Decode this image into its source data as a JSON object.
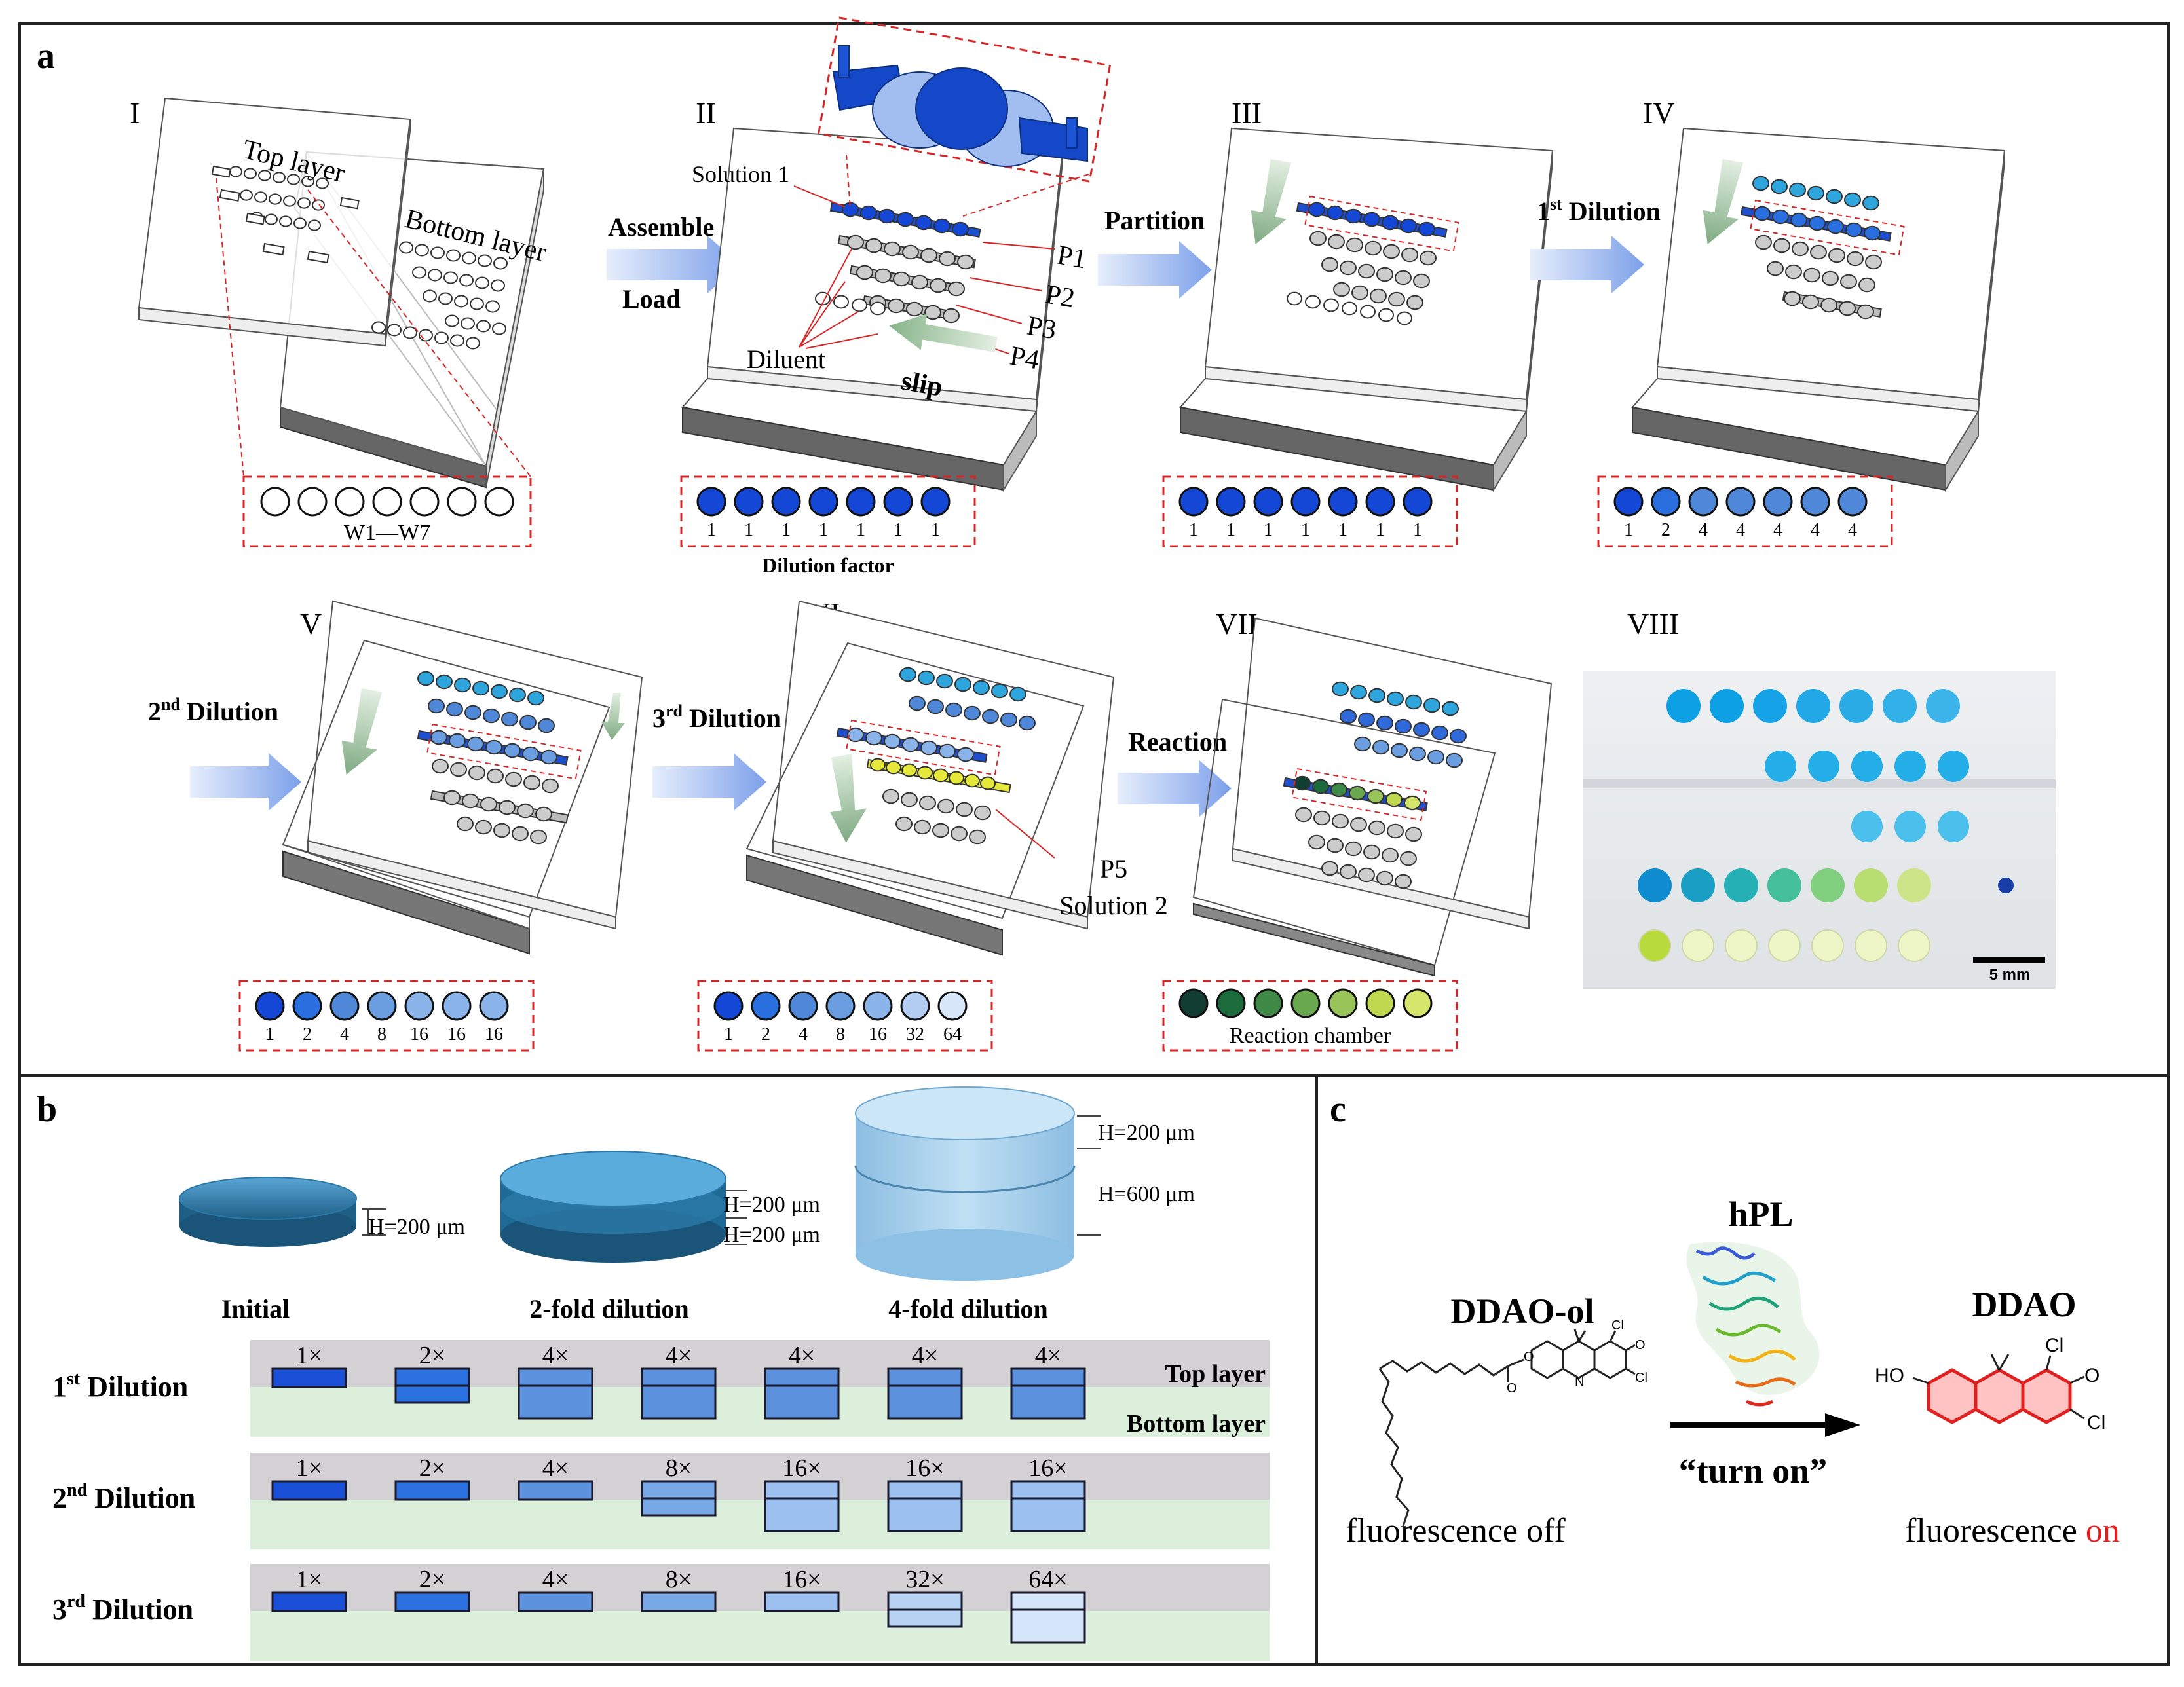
{
  "panel_a": {
    "label": "a",
    "steps": [
      {
        "numeral": "I"
      },
      {
        "numeral": "II"
      },
      {
        "numeral": "III"
      },
      {
        "numeral": "IV"
      },
      {
        "numeral": "V"
      },
      {
        "numeral": "VI"
      },
      {
        "numeral": "VII"
      },
      {
        "numeral": "VIII"
      }
    ],
    "top_layer": "Top layer",
    "bottom_layer": "Bottom layer",
    "assemble": "Assemble",
    "load": "Load",
    "solution1": "Solution 1",
    "diluent": "Diluent",
    "slip": "slip",
    "p_labels": [
      "P1",
      "P2",
      "P3",
      "P4"
    ],
    "partition": "Partition",
    "dil1_sup": "st",
    "dil2_sup": "nd",
    "dil3_sup": "rd",
    "dilution_word": "Dilution",
    "reaction": "Reaction",
    "p5": "P5",
    "solution2": "Solution 2",
    "w_label": "W1—W7",
    "dilution_factor": "Dilution factor",
    "reaction_chamber": "Reaction chamber",
    "scale_bar": "5 mm",
    "factors_II": [
      "1",
      "1",
      "1",
      "1",
      "1",
      "1",
      "1"
    ],
    "factors_III": [
      "1",
      "1",
      "1",
      "1",
      "1",
      "1",
      "1"
    ],
    "factors_IV": [
      "1",
      "2",
      "4",
      "4",
      "4",
      "4",
      "4"
    ],
    "factors_V": [
      "1",
      "2",
      "4",
      "8",
      "16",
      "16",
      "16"
    ],
    "factors_VI": [
      "1",
      "2",
      "4",
      "8",
      "16",
      "32",
      "64"
    ],
    "blue_shades": [
      "#1447d6",
      "#2a6fe0",
      "#4f88d8",
      "#6a9ee0",
      "#8ab4ea",
      "#b3cdf2",
      "#d9e7fa"
    ],
    "reaction_colors": [
      "#123d33",
      "#1c6b3c",
      "#3f8a47",
      "#6aa84f",
      "#98c45a",
      "#bfd84f",
      "#d3e56b"
    ]
  },
  "panel_b": {
    "label": "b",
    "h200": "H=200 μm",
    "h600": "H=600 μm",
    "initial": "Initial",
    "twofold": "2-fold dilution",
    "fourfold": "4-fold dilution",
    "top_layer": "Top layer",
    "bottom_layer": "Bottom layer",
    "rows": [
      {
        "num": "1",
        "sup": "st",
        "word": "Dilution",
        "factors": [
          "1×",
          "2×",
          "4×",
          "4×",
          "4×",
          "4×",
          "4×"
        ]
      },
      {
        "num": "2",
        "sup": "nd",
        "word": "Dilution",
        "factors": [
          "1×",
          "2×",
          "4×",
          "8×",
          "16×",
          "16×",
          "16×"
        ]
      },
      {
        "num": "3",
        "sup": "rd",
        "word": "Dilution",
        "factors": [
          "1×",
          "2×",
          "4×",
          "8×",
          "16×",
          "32×",
          "64×"
        ]
      }
    ]
  },
  "panel_c": {
    "label": "c",
    "enzyme": "hPL",
    "substrate": "DDAO-ol",
    "product": "DDAO",
    "turn_on": "“turn on”",
    "fluor_off": "fluorescence off",
    "fluor_on_prefix": "fluorescence ",
    "fluor_on_word": "on",
    "atoms": {
      "cl": "Cl",
      "o": "O",
      "n": "N",
      "ho": "HO"
    }
  }
}
